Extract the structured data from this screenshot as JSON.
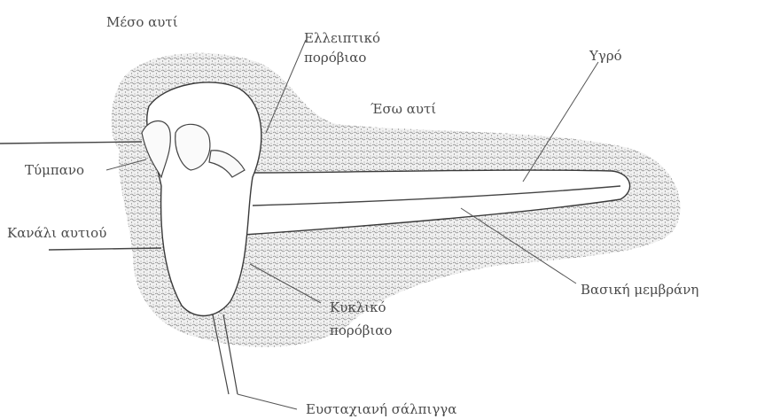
{
  "labels": {
    "middle_ear": "Μέσο αυτί",
    "vestibular_duct": "Ελλειπτικό\nπορόβιαο",
    "fluid": "Υγρό",
    "inner_ear": "Έσω αυτί",
    "eardrum": "Τύμπανο",
    "ear_canal": "Κανάλι αυτιού",
    "basilar_membrane": "Βασική μεμβράνη",
    "cochlear_duct": "Κυκλικό\nπορόβιαο",
    "eustachian_tube": "Ευσταχιανή σάλπιγγα"
  },
  "colors": {
    "outline": "#3a3a3a",
    "stipple": "#8a8a8a",
    "label": "#4a4a4a"
  }
}
